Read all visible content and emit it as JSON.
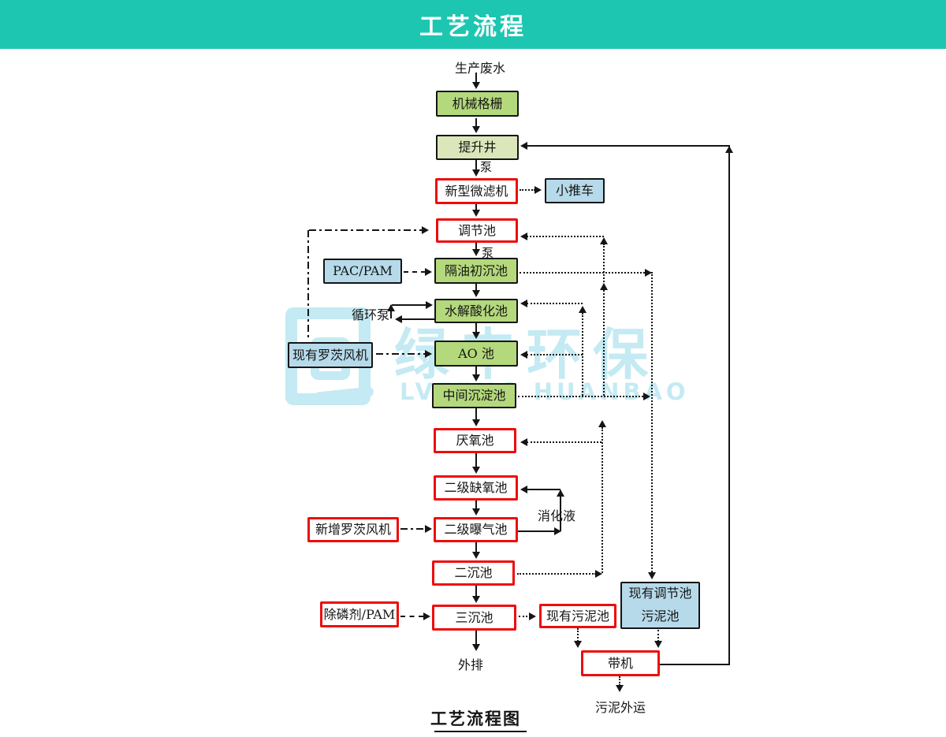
{
  "palette": {
    "header_teal": "#1dc6b0",
    "box_green": "#b4d87c",
    "box_light_green": "#dbe7ba",
    "box_blue": "#b6daea",
    "red_border": "#ee0c0c",
    "line_black": "#151515",
    "watermark_cyan": "#c4eaf3"
  },
  "header": {
    "title": "工艺流程"
  },
  "watermark": {
    "cn": "绿丰环保",
    "en": "LVFENG HUANBAO"
  },
  "labels": {
    "source": "生产废水",
    "pump1": "泵",
    "pump2": "泵",
    "circulation_pump": "循环泵",
    "digestion_liquid": "消化液",
    "discharge": "外排",
    "sludge_transport": "污泥外运"
  },
  "caption": "工艺流程图",
  "nodes": {
    "mechanical_screen": {
      "label": "机械格栅"
    },
    "lift_well": {
      "label": "提升井"
    },
    "microfilter": {
      "label": "新型微滤机"
    },
    "cart": {
      "label": "小推车"
    },
    "regulating_tank": {
      "label": "调节池"
    },
    "pac_pam": {
      "label": "PAC/PAM"
    },
    "oil_separation_tank": {
      "label": "隔油初沉池"
    },
    "hydrolysis_tank": {
      "label": "水解酸化池"
    },
    "ao_tank": {
      "label": "AO 池"
    },
    "existing_roots_blower": {
      "label": "现有罗茨风机"
    },
    "intermediate_sed_tank": {
      "label": "中间沉淀池"
    },
    "anaerobic_tank": {
      "label": "厌氧池"
    },
    "secondary_anoxic_tank": {
      "label": "二级缺氧池"
    },
    "secondary_aeration_tank": {
      "label": "二级曝气池"
    },
    "new_roots_blower": {
      "label": "新增罗茨风机"
    },
    "secondary_sed_tank": {
      "label": "二沉池"
    },
    "tertiary_sed_tank": {
      "label": "三沉池"
    },
    "phosphorus_removal": {
      "label": "除磷剂/PAM"
    },
    "existing_sludge_tank": {
      "label": "现有污泥池"
    },
    "existing_reg_sludge_tank": {
      "label": "现有调节池\n污泥池"
    },
    "belt_machine": {
      "label": "带机"
    }
  }
}
